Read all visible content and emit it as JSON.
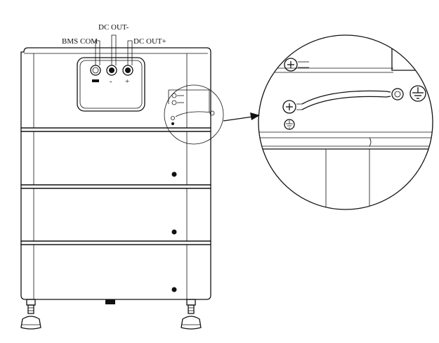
{
  "labels": {
    "bms_com": "BMS COM",
    "dc_out_minus": "DC OUT-",
    "dc_out_plus": "DC OUT+"
  },
  "port_marks": {
    "minus": "-",
    "plus": "+"
  },
  "colors": {
    "line": "#111111",
    "background": "#ffffff"
  },
  "battery": {
    "module_count": 3
  },
  "icons": [
    "ground-screw-icon",
    "ground-symbol-icon",
    "ring-terminal-icon",
    "arrow-icon"
  ]
}
